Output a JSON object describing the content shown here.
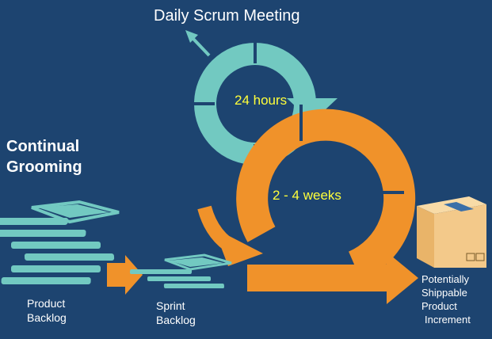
{
  "title": "Daily Scrum Meeting",
  "grooming": {
    "line1": "Continual",
    "line2": "Grooming"
  },
  "daily_cycle_label": "24 hours",
  "sprint_cycle_label": "2 - 4 weeks",
  "product_backlog": {
    "line1": "Product",
    "line2": "Backlog"
  },
  "sprint_backlog": {
    "line1": "Sprint",
    "line2": "Backlog"
  },
  "increment": {
    "line1": "Potentially",
    "line2": "Shippable",
    "line3": "Product",
    "line4": "Increment"
  },
  "colors": {
    "background": "#1d4470",
    "teal": "#72c9c1",
    "orange": "#f0922a",
    "highlight_text": "#ffff3a",
    "box": "#f3c98a"
  }
}
